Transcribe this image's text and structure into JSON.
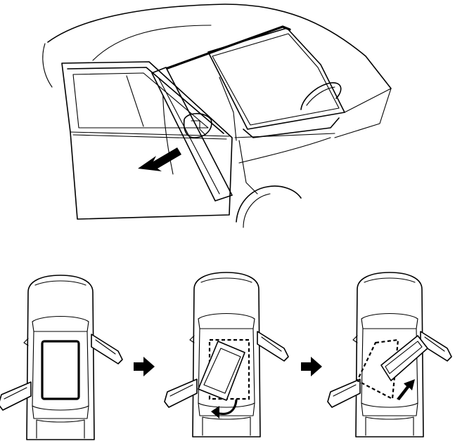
{
  "figure": {
    "top_view": {
      "subject": "car-with-open-driver-door-sunroof-removal",
      "arrow_direction": "out-through-door"
    },
    "sequence_steps": [
      {
        "step": 1,
        "panel_state": "installed-in-roof-opening"
      },
      {
        "step": 2,
        "panel_state": "tilted-and-rotated"
      },
      {
        "step": 3,
        "panel_state": "moved-toward-passenger-door"
      }
    ],
    "icons": {
      "step_arrow": "right-arrow-icon",
      "rotate_arrow": "curved-arrow-icon",
      "move_arrow": "diagonal-arrow-icon"
    },
    "colors": {
      "line": "#000000",
      "background": "#ffffff"
    }
  }
}
